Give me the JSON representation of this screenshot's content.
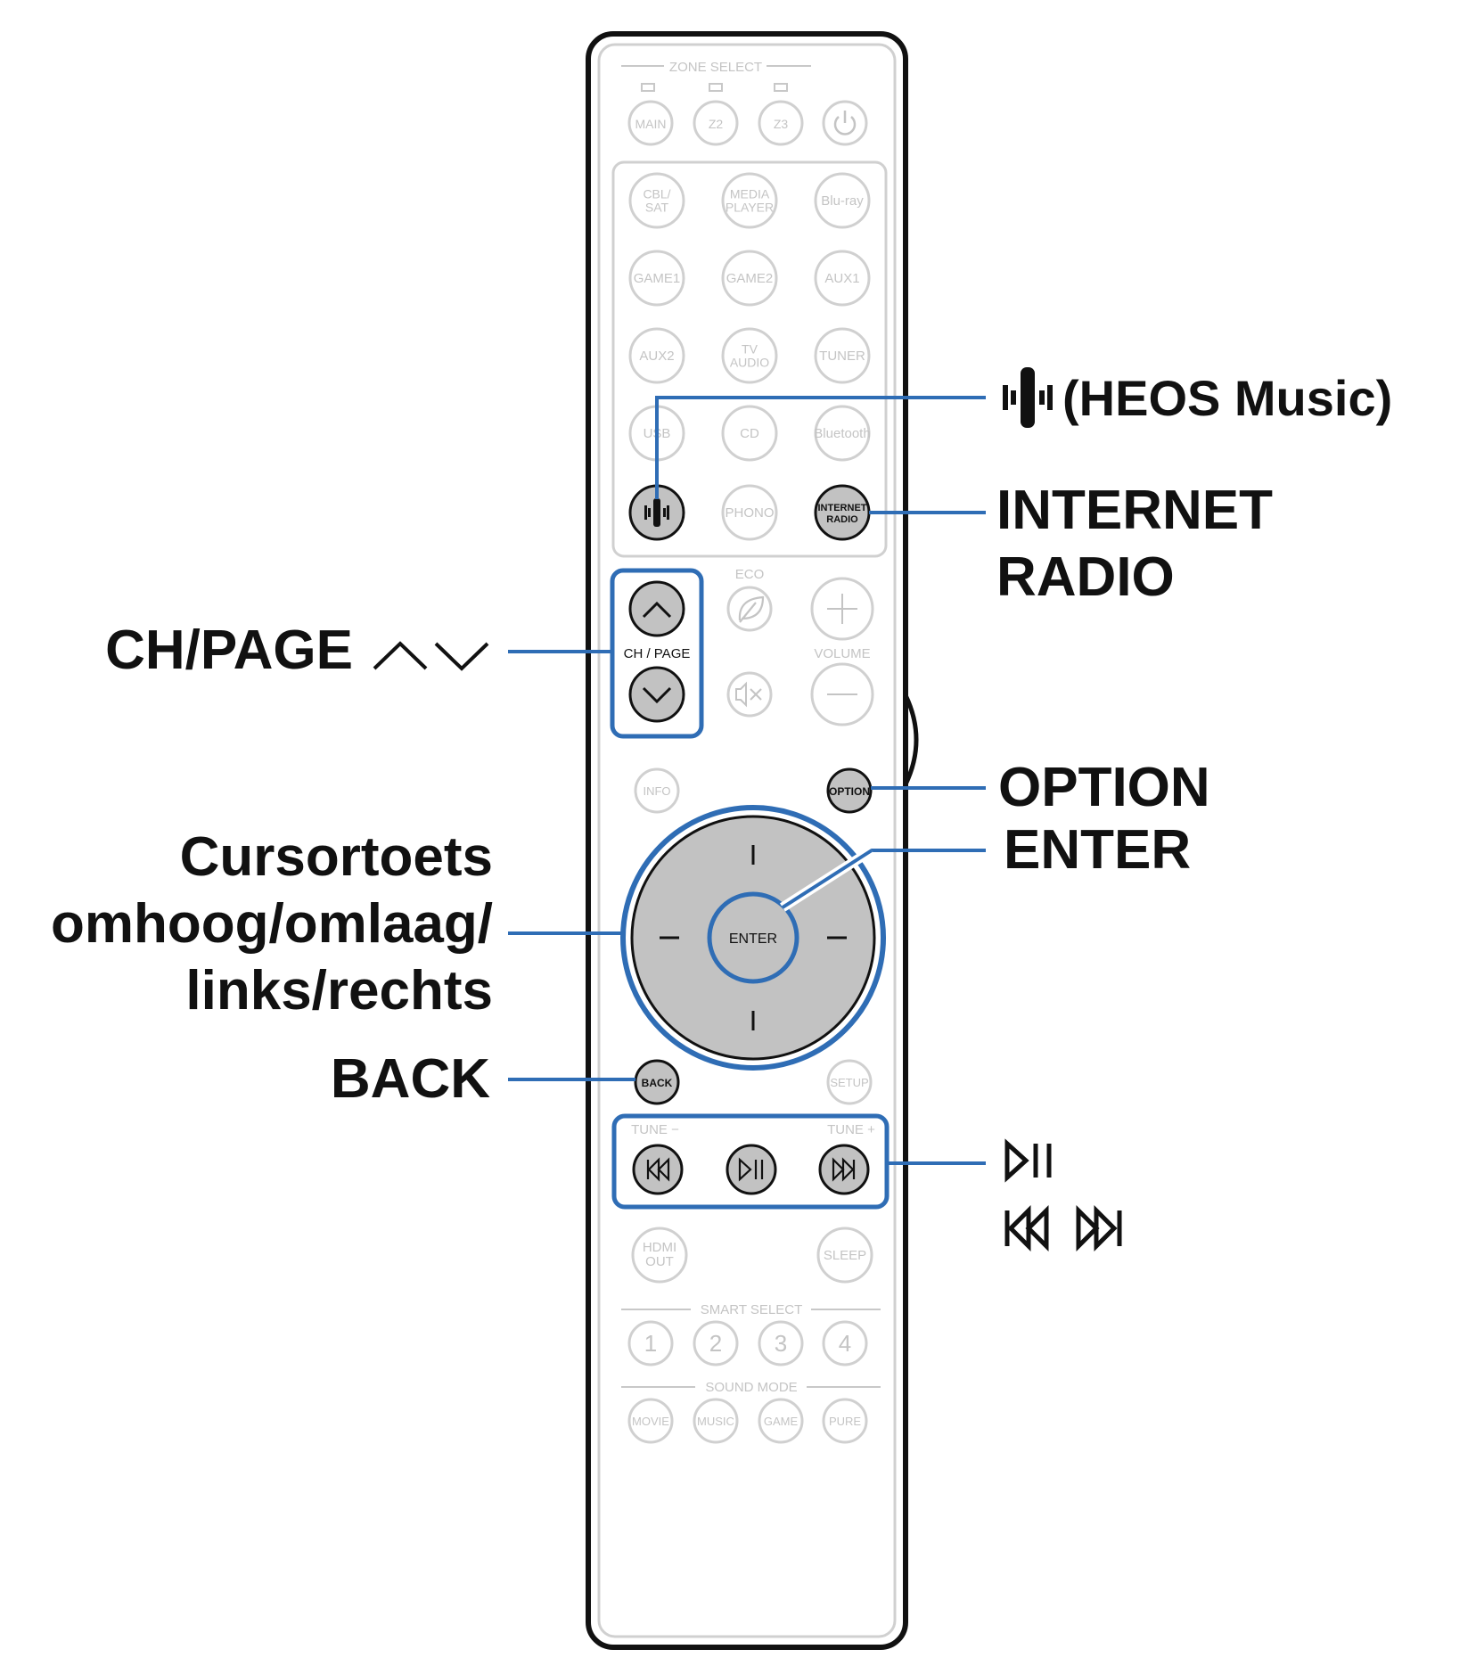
{
  "remote": {
    "zone_select_label": "ZONE SELECT",
    "zone_buttons": [
      "MAIN",
      "Z2",
      "Z3"
    ],
    "input_buttons": [
      [
        "CBL/",
        "SAT"
      ],
      [
        "MEDIA",
        "PLAYER"
      ],
      [
        "Blu-ray"
      ],
      [
        "GAME1"
      ],
      [
        "GAME2"
      ],
      [
        "AUX1"
      ],
      [
        "AUX2"
      ],
      [
        "TV",
        "AUDIO"
      ],
      [
        "TUNER"
      ],
      [
        "USB"
      ],
      [
        "CD"
      ],
      [
        "Bluetooth"
      ]
    ],
    "phono_label": "PHONO",
    "internet_radio_lines": [
      "INTERNET",
      "RADIO"
    ],
    "eco_label": "ECO",
    "ch_page_label": "CH / PAGE",
    "volume_label": "VOLUME",
    "info_label": "INFO",
    "option_label": "OPTION",
    "enter_label": "ENTER",
    "back_label": "BACK",
    "setup_label": "SETUP",
    "tune_minus_label": "TUNE −",
    "tune_plus_label": "TUNE +",
    "hdmi_out_lines": [
      "HDMI",
      "OUT"
    ],
    "sleep_label": "SLEEP",
    "smart_select_label": "SMART SELECT",
    "smart_select_buttons": [
      "1",
      "2",
      "3",
      "4"
    ],
    "sound_mode_label": "SOUND MODE",
    "sound_mode_buttons": [
      "MOVIE",
      "MUSIC",
      "GAME",
      "PURE"
    ]
  },
  "callouts": {
    "heos_music": "(HEOS Music)",
    "internet_radio": [
      "INTERNET",
      "RADIO"
    ],
    "ch_page": "CH/PAGE",
    "option": "OPTION",
    "enter": "ENTER",
    "cursor": [
      "Cursortoets",
      "omhoog/omlaag/",
      "links/rechts"
    ],
    "back": "BACK"
  },
  "colors": {
    "accent_blue": "#2f6db5",
    "active_button_fill": "#c2c2c2",
    "inactive_outline": "#d0d0d0"
  },
  "icons": [
    "heos-icon",
    "chevron-up-icon",
    "chevron-down-icon",
    "play-pause-icon",
    "skip-back-icon",
    "skip-forward-icon",
    "power-icon",
    "eco-leaf-icon",
    "mute-icon",
    "plus-icon",
    "minus-icon"
  ]
}
